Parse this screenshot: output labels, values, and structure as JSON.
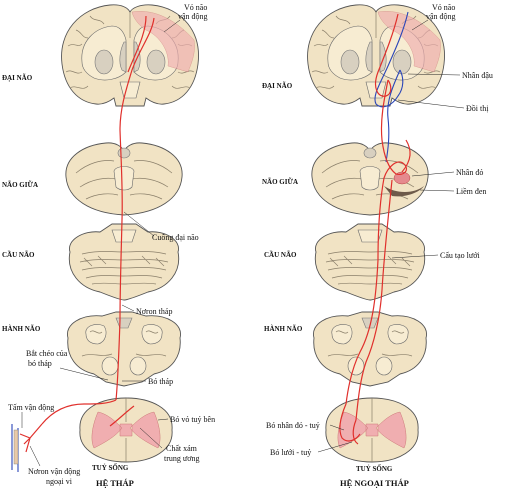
{
  "levels": {
    "dai_nao": "ĐẠI NÃO",
    "nao_giua": "NÃO GIỮA",
    "cau_nao": "CẦU NÃO",
    "hanh_nao": "HÀNH NÃO",
    "tuy_song": "TUỶ SỐNG"
  },
  "left_panel": {
    "caption": "HỆ THÁP",
    "labels": {
      "vo_nao_1": "Vỏ não",
      "vo_nao_2": "vận động",
      "cuong_dai_nao": "Cuống đại não",
      "noron_thap": "Nơron tháp",
      "bat_cheo_1": "Bắt chéo của",
      "bat_cheo_2": "bó tháp",
      "bo_thap": "Bó tháp",
      "bo_vo_tuy_ben": "Bó vỏ tuỷ bên",
      "tam_van_dong": "Tấm vận động",
      "chat_xam_1": "Chất xám",
      "chat_xam_2": "trung ương",
      "noron_van_dong_1": "Nơron vận động",
      "noron_van_dong_2": "ngoại vi"
    }
  },
  "right_panel": {
    "caption": "HỆ NGOẠI THÁP",
    "labels": {
      "vo_nao_1": "Vỏ não",
      "vo_nao_2": "vận động",
      "nhan_dau": "Nhân đậu",
      "doi_thi": "Đồi thị",
      "nhan_do": "Nhân đỏ",
      "liem_den": "Liềm đen",
      "cau_tao_luoi": "Cấu tạo lưới",
      "bo_nhan_do_tuy": "Bó nhân đỏ - tuỷ",
      "bo_luoi_tuy": "Bó lưới - tuỷ"
    }
  },
  "colors": {
    "tract_red": "#e0302c",
    "tract_blue": "#2a45b8",
    "tissue": "#f1e3c4",
    "cortex_pink": "#f0aeb0"
  }
}
